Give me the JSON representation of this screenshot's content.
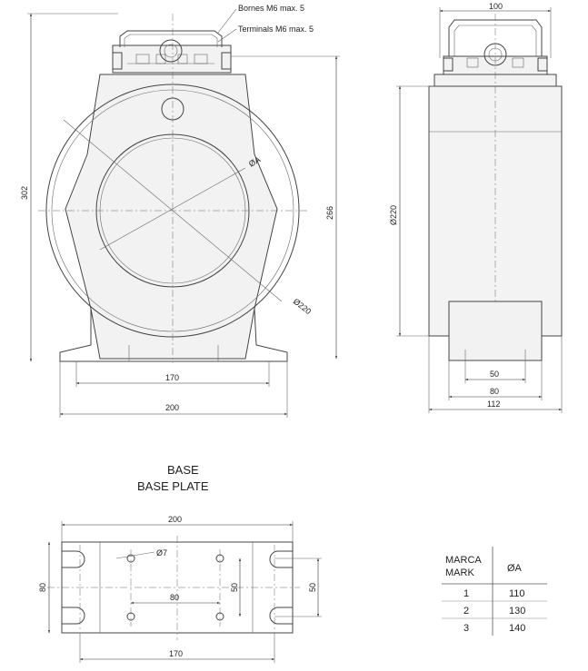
{
  "front_view": {
    "label_fr": "Bornes M6 max. 5",
    "label_en": "Terminals M6 max. 5",
    "dim_height_total": "302",
    "dim_height_body": "266",
    "dim_inner_diameter": "ØA",
    "dim_outer_diameter": "Ø220",
    "dim_base_holes": "170",
    "dim_base_width": "200"
  },
  "side_view": {
    "dim_top": "100",
    "dim_height": "Ø220",
    "dim_slot": "50",
    "dim_foot": "80",
    "dim_total": "112"
  },
  "base_plate": {
    "title_fr": "BASE",
    "title_en": "BASE PLATE",
    "dim_width": "200",
    "dim_hole": "Ø7",
    "dim_depth_left": "80",
    "dim_center": "80",
    "dim_inner_50": "50",
    "dim_right_50": "50",
    "dim_bottom": "170"
  },
  "table": {
    "header_mark_fr": "MARCA",
    "header_mark_en": "MARK",
    "header_diameter": "ØA",
    "rows": [
      {
        "mark": "1",
        "diameter": "110"
      },
      {
        "mark": "2",
        "diameter": "130"
      },
      {
        "mark": "3",
        "diameter": "140"
      }
    ]
  }
}
